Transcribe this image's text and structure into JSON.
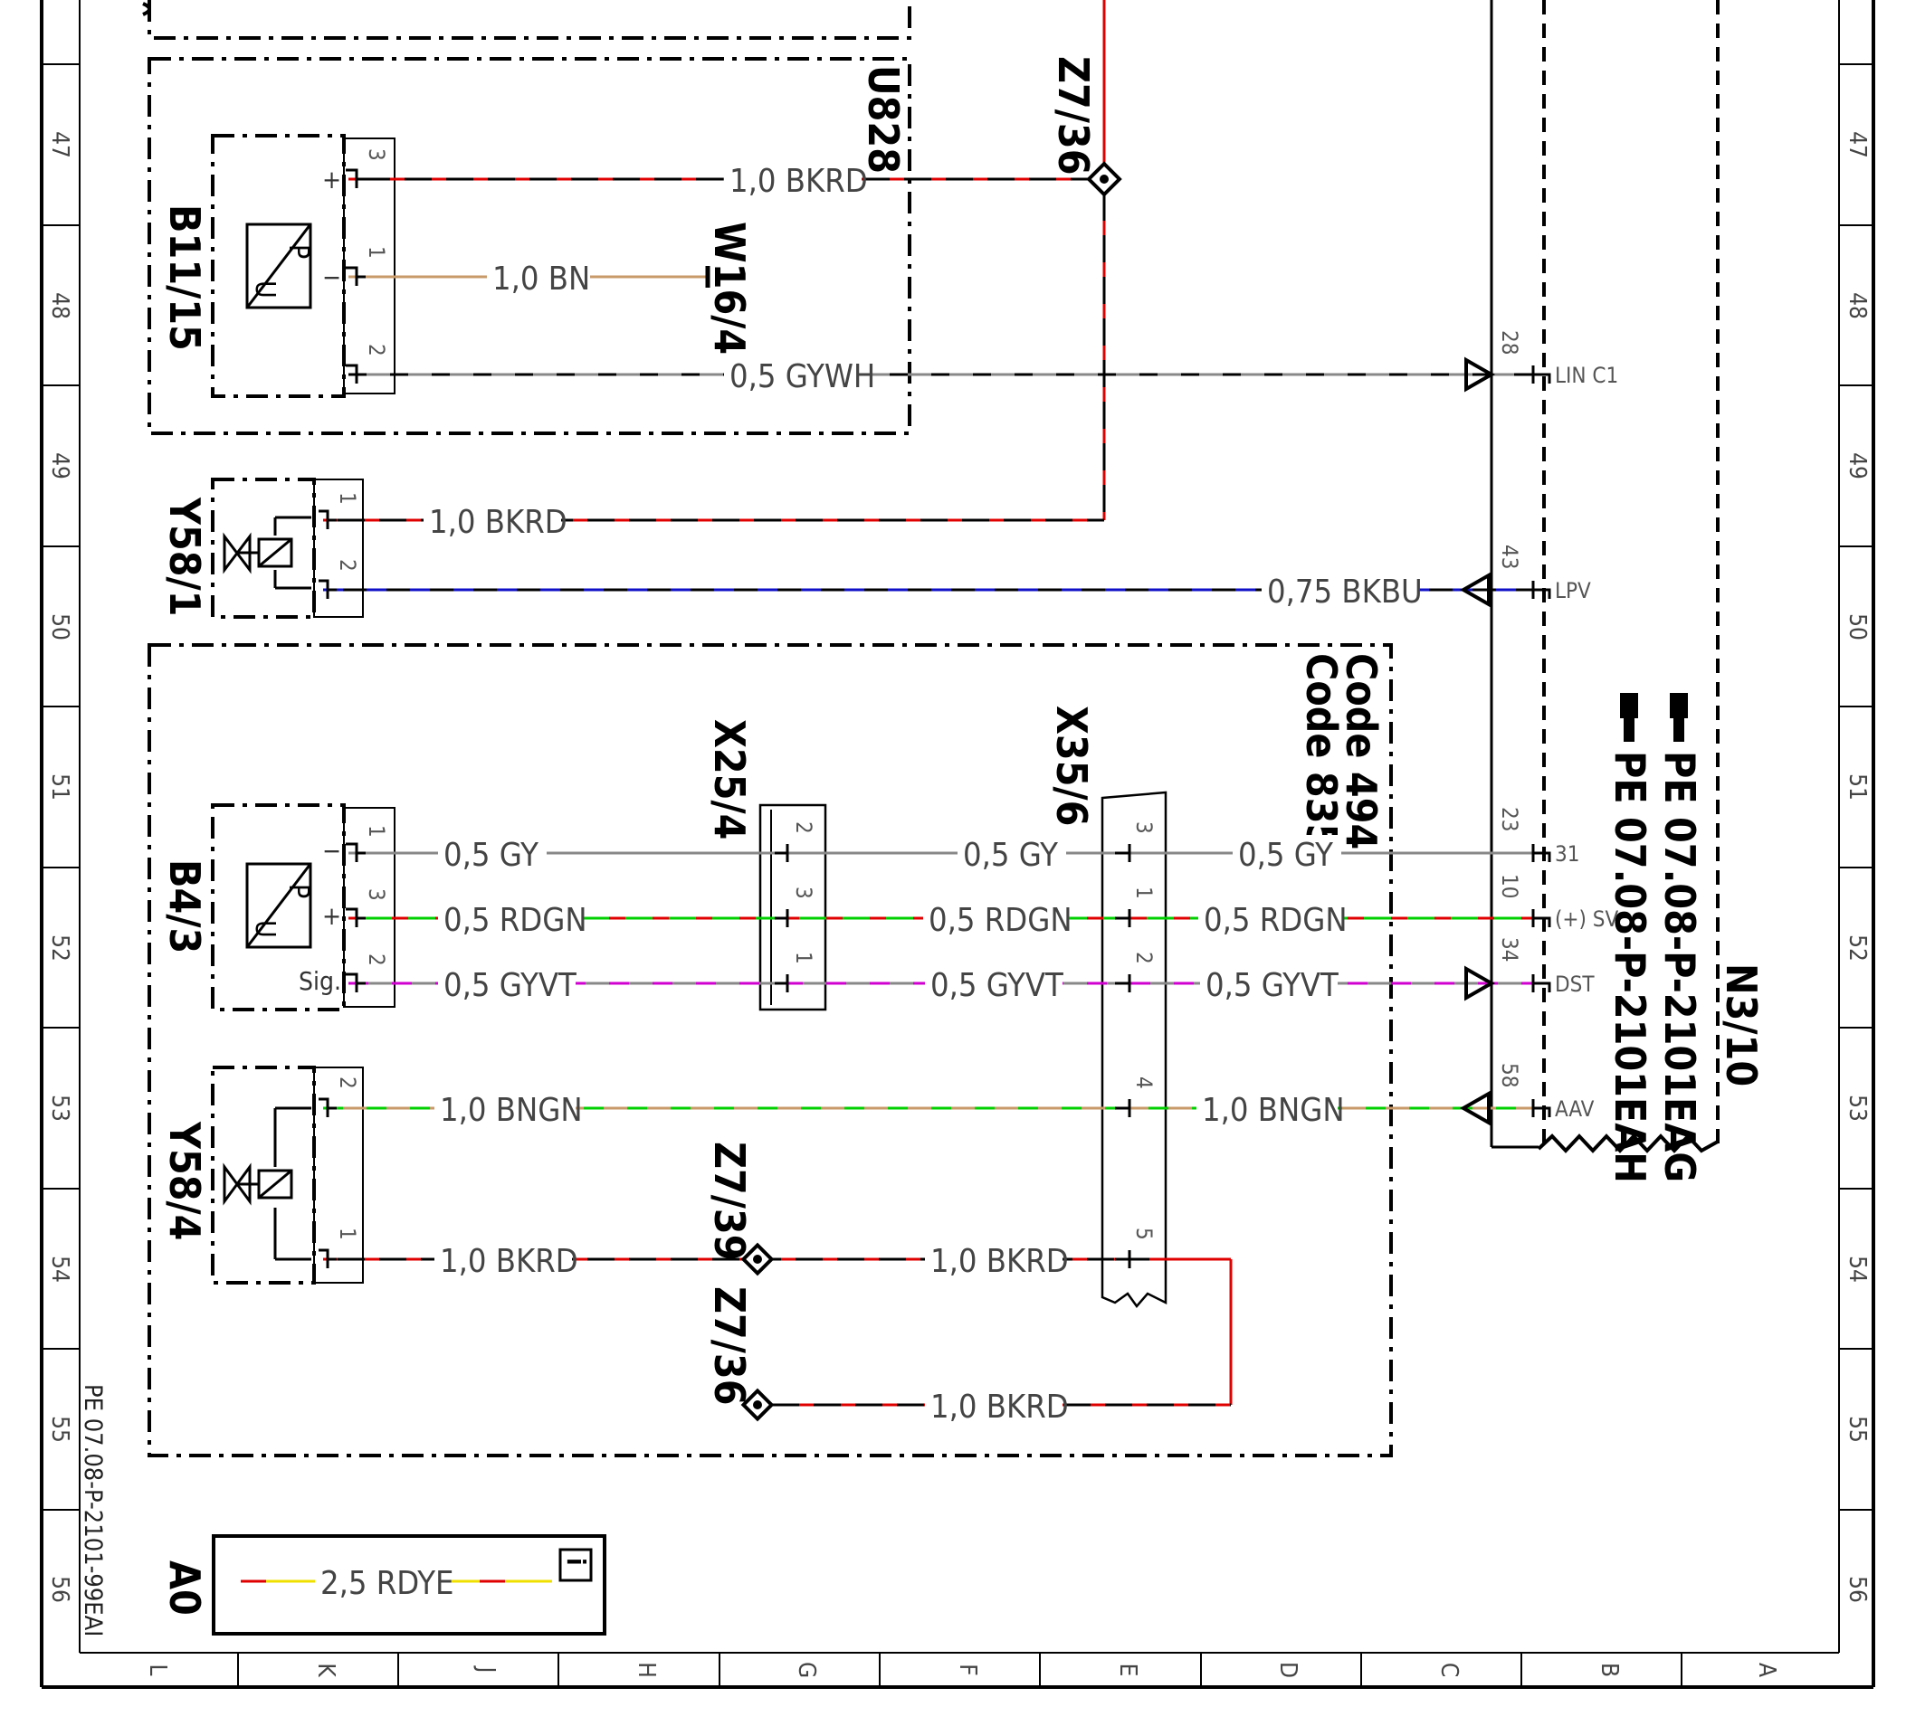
{
  "components": {
    "u828": "U828",
    "b11_15": "B11/15",
    "y58_1": "Y58/1",
    "b4_3": "B4/3",
    "y58_4": "Y58/4",
    "a0": "A0",
    "n3_10": "N3/10",
    "w16_4": "W16/4",
    "z7_36_top": "Z7/36",
    "z7_39": "Z7/39",
    "z7_36_bottom": "Z7/36",
    "x25_4": "X25/4",
    "x35_6": "X35/6",
    "code_494": "Code 494",
    "code_835": "Code 835"
  },
  "sensor_symbol": {
    "top": "P",
    "bottom": "U"
  },
  "wires": {
    "b11_pin3": "1,0 BKRD",
    "b11_pin1": "1,0 BN",
    "b11_pin2": "0,5 GYWH",
    "y58_1_pin1": "1,0 BKRD",
    "y58_1_pin2": "0,75 BKBU",
    "b4_gy_a": "0,5 GY",
    "b4_gy_b": "0,5 GY",
    "b4_gy_c": "0,5 GY",
    "b4_rdgn_a": "0,5 RDGN",
    "b4_rdgn_b": "0,5 RDGN",
    "b4_rdgn_c": "0,5 RDGN",
    "b4_gyvt_a": "0,5 GYVT",
    "b4_gyvt_b": "0,5 GYVT",
    "b4_gyvt_c": "0,5 GYVT",
    "y58_4_bngn_a": "1,0 BNGN",
    "y58_4_bngn_b": "1,0 BNGN",
    "y58_4_bkrd_a": "1,0 BKRD",
    "y58_4_bkrd_b": "1,0 BKRD",
    "z7_36_bkrd": "1,0 BKRD",
    "a0_wire": "2,5 RDYE"
  },
  "pins": {
    "b11_p3": "3",
    "b11_p1": "1",
    "b11_p2": "2",
    "y58_1_p1": "1",
    "y58_1_p2": "2",
    "b4_p1": "1",
    "b4_p3": "3",
    "b4_p2": "2",
    "x25_p2": "2",
    "x25_p3": "3",
    "x25_p1": "1",
    "x35_p3": "3",
    "x35_p1": "1",
    "x35_p2": "2",
    "x35_p4": "4",
    "x35_p5": "5",
    "y58_4_p2": "2",
    "y58_4_p1": "1",
    "n3_p28": "28",
    "n3_p43": "43",
    "n3_p23": "23",
    "n3_p10": "10",
    "n3_p34": "34",
    "n3_p58": "58"
  },
  "pin_signs": {
    "plus": "+",
    "minus": "−",
    "plus2": "+",
    "minus2": "−",
    "sig": "Sig."
  },
  "n3_signals": {
    "lin_c1": "LIN C1",
    "lpv": "LPV",
    "s31": "31",
    "sv": "(+) SV",
    "dst": "DST",
    "aav": "AAV"
  },
  "references": {
    "pe_eag": "PE 07.08-P-2101EAG",
    "pe_eah": "PE 07.08-P-2101EAH",
    "footer": "PE 07.08-P-2101-99EAI",
    "info_icon": "i"
  },
  "grid": {
    "rows": [
      "47",
      "48",
      "49",
      "50",
      "51",
      "52",
      "53",
      "54",
      "55",
      "56"
    ],
    "columns": [
      "L",
      "K",
      "J",
      "H",
      "G",
      "F",
      "E",
      "D",
      "C",
      "B",
      "A"
    ]
  },
  "colors": {
    "black": "#000000",
    "red": "#e00000",
    "brown": "#c89a6a",
    "gray": "#8a8a8a",
    "blue": "#1010c8",
    "green": "#00d000",
    "violet": "#d000d0",
    "yellow": "#f0e000",
    "white": "#ffffff"
  }
}
